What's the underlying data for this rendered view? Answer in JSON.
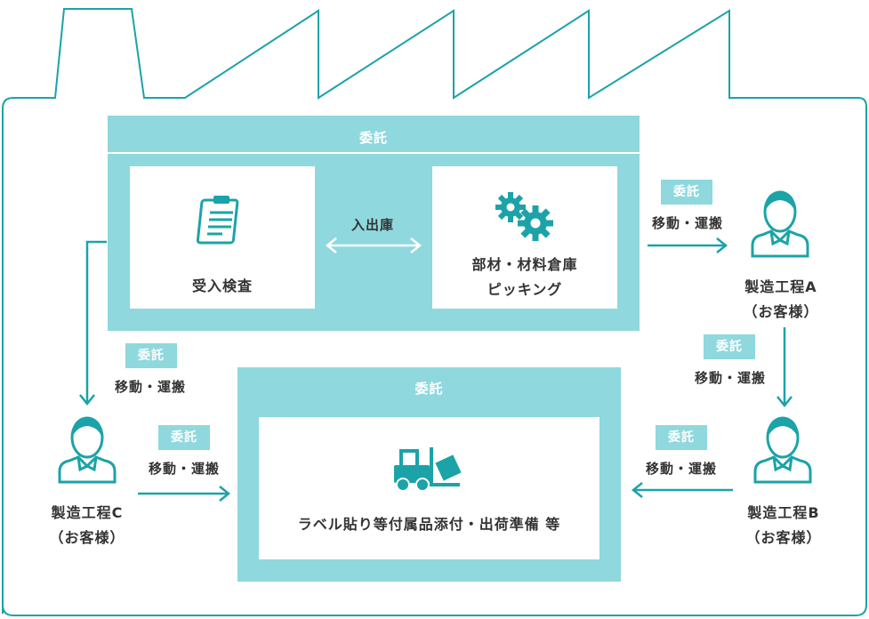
{
  "colors": {
    "accent": "#8fd8de",
    "stroke": "#1ba3a8",
    "text": "#333333"
  },
  "top_panel": {
    "title": "委託",
    "left_card": {
      "icon": "clipboard-icon",
      "label": "受入検査"
    },
    "middle_label": "入出庫",
    "right_card": {
      "icon": "gears-icon",
      "label_line1": "部材・材料倉庫",
      "label_line2": "ピッキング"
    }
  },
  "bottom_panel": {
    "title": "委託",
    "card": {
      "icon": "forklift-icon",
      "label": "ラベル貼り等付属品添付・出荷準備 等"
    }
  },
  "arrows": {
    "to_a": {
      "tag": "委託",
      "label": "移動・運搬"
    },
    "a_to_b": {
      "tag": "委託",
      "label": "移動・運搬"
    },
    "b_to_bottom": {
      "tag": "委託",
      "label": "移動・運搬"
    },
    "left_down": {
      "tag": "委託",
      "label": "移動・運搬"
    },
    "c_to_bottom": {
      "tag": "委託",
      "label": "移動・運搬"
    }
  },
  "persons": {
    "a": {
      "icon": "person-icon",
      "line1": "製造工程A",
      "line2": "（お客様）"
    },
    "b": {
      "icon": "person-icon",
      "line1": "製造工程B",
      "line2": "（お客様）"
    },
    "c": {
      "icon": "person-icon",
      "line1": "製造工程C",
      "line2": "（お客様）"
    }
  }
}
